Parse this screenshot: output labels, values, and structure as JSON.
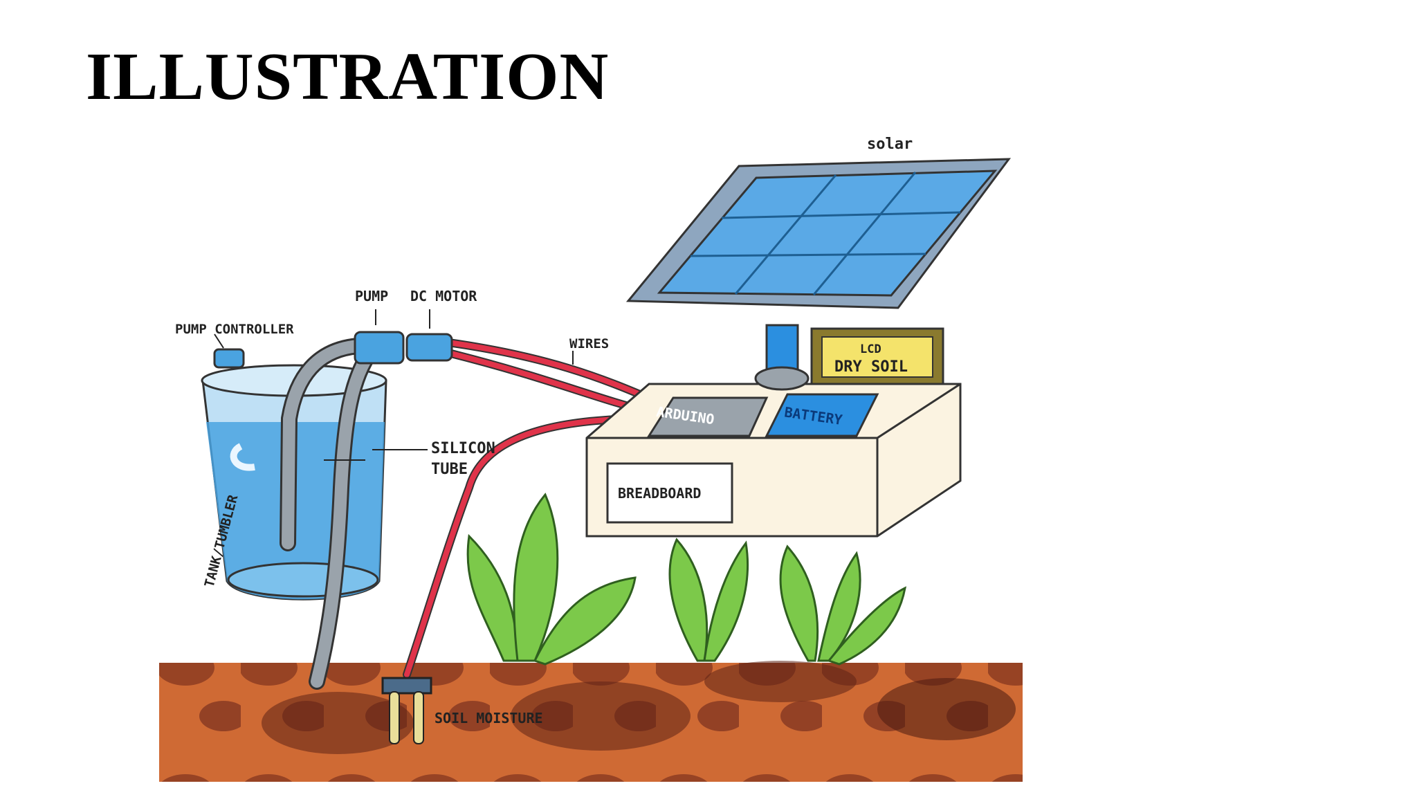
{
  "title": "ILLUSTRATION",
  "diagram": {
    "labels": {
      "solar": "solar",
      "pump": "PUMP",
      "dc_motor": "DC MOTOR",
      "pump_controller": "PUMP CONTROLLER",
      "wires": "WIRES",
      "lcd": "LCD",
      "dry_soil": "DRY SOIL",
      "arduino": "ARDUINO",
      "battery": "BATTERY",
      "silicon": "SILICON",
      "tube": "TUBE",
      "tank": "TANK/TUMBLER",
      "breadboard": "BREADBOARD",
      "soil_moisture": "SOIL MOISTURE"
    },
    "colors": {
      "water": "#4aa3e0",
      "panel": "#5aa9e6",
      "wire": "#e0334a",
      "leaf": "#7cc94a",
      "soil": "#c25a2a",
      "tube": "#9aa3ab"
    }
  }
}
